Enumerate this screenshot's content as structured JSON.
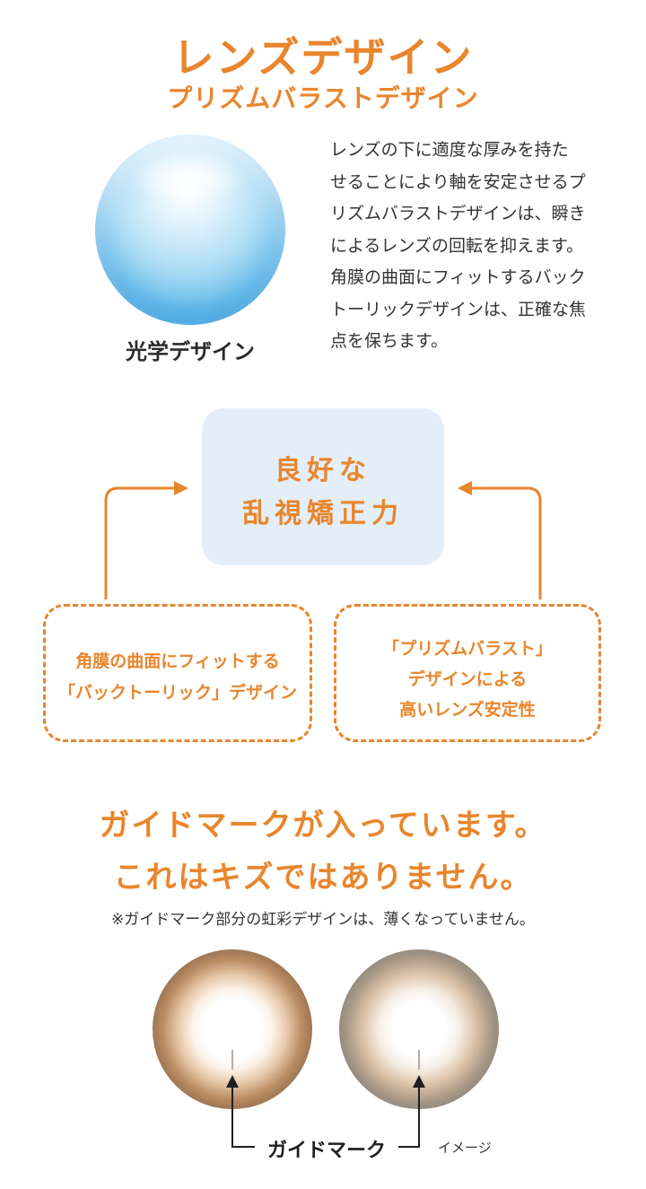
{
  "header": {
    "title": "レンズデザイン",
    "subtitle": "プリズムバラストデザイン"
  },
  "lens": {
    "label": "光学デザイン"
  },
  "description": {
    "lines": [
      "レンズの下に適度な厚みを持た",
      "せることにより軸を安定させるプ",
      "リズムバラストデザインは、瞬き",
      "によるレンズの回転を抑えます。",
      "角膜の曲面にフィットするバック",
      "トーリックデザインは、正確な焦",
      "点を保ちます。"
    ]
  },
  "center": {
    "line1": "良好な",
    "line2": "乱視矯正力"
  },
  "box_left": {
    "line1": "角膜の曲面にフィットする",
    "line2": "「バックトーリック」デザイン"
  },
  "box_right": {
    "line1": "「プリズムバラスト」",
    "line2": "デザインによる",
    "line3": "高いレンズ安定性"
  },
  "guide": {
    "title_line1": "ガイドマークが入っています。",
    "title_line2": "これはキズではありません。",
    "note": "※ガイドマーク部分の虹彩デザインは、薄くなっていません。",
    "label": "ガイドマーク",
    "image_note": "イメージ"
  },
  "colors": {
    "accent": "#e9852c",
    "box_bg": "#e3eef8",
    "text": "#2b2b2b"
  }
}
